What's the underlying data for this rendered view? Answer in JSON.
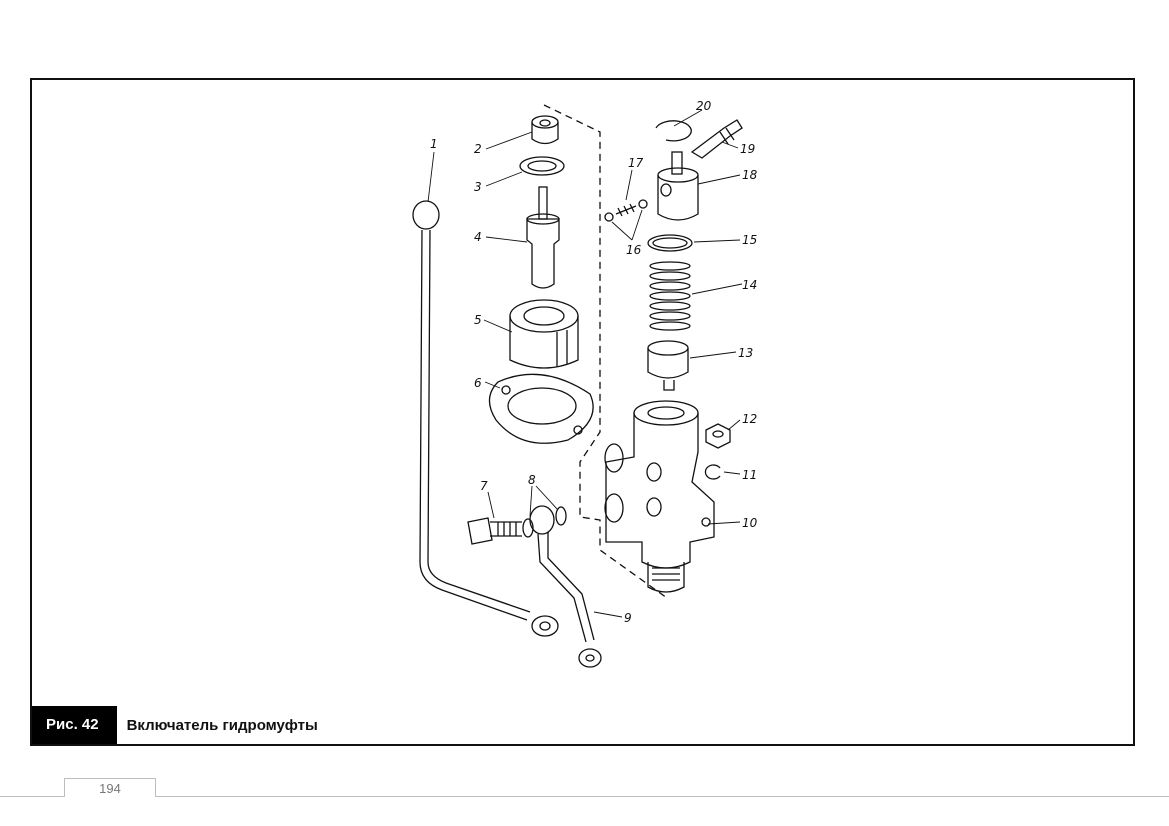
{
  "figure": {
    "number_label": "Рис. 42",
    "title": "Включатель гидромуфты"
  },
  "callouts": [
    "1",
    "2",
    "3",
    "4",
    "5",
    "6",
    "7",
    "8",
    "9",
    "10",
    "11",
    "12",
    "13",
    "14",
    "15",
    "16",
    "17",
    "18",
    "19",
    "20"
  ],
  "page_number": "194",
  "colors": {
    "ink": "#111111",
    "page_rule": "#bdbdbd"
  }
}
